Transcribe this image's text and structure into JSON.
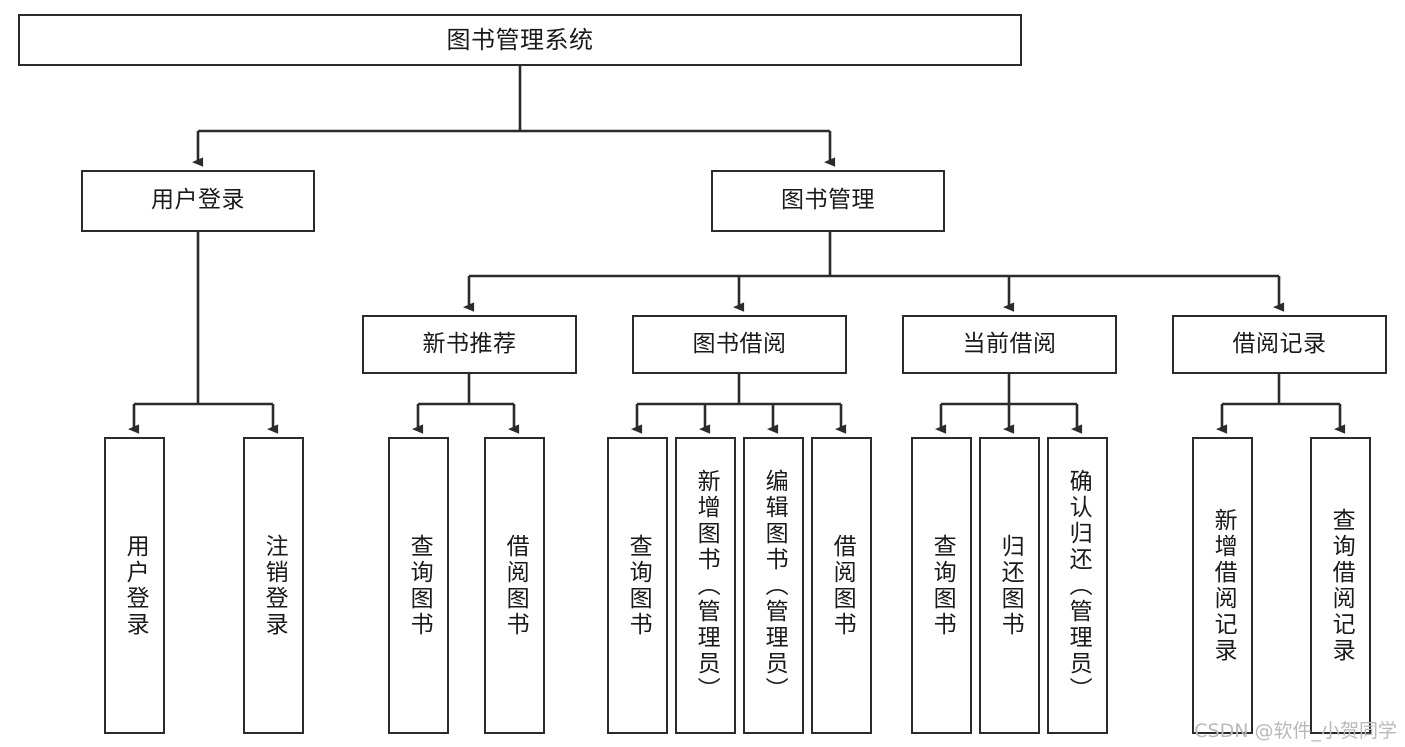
{
  "diagram": {
    "title": "图书管理系统",
    "type": "tree-hierarchy",
    "watermark": "CSDN @软件_小贺同学",
    "colors": {
      "box_border": "#2b2b2b",
      "box_fill": "#ffffff",
      "connector": "#2b2b2b",
      "text": "#1a1a1a",
      "watermark": "#b9b9b9"
    },
    "root": {
      "label": "图书管理系统"
    },
    "level2": [
      {
        "label": "用户登录"
      },
      {
        "label": "图书管理"
      }
    ],
    "level3": [
      {
        "label": "新书推荐"
      },
      {
        "label": "图书借阅"
      },
      {
        "label": "当前借阅"
      },
      {
        "label": "借阅记录"
      }
    ],
    "leaves": {
      "user_login": [
        {
          "label": "用户登录"
        },
        {
          "label": "注销登录"
        }
      ],
      "new_book_recommend": [
        {
          "label": "查询图书"
        },
        {
          "label": "借阅图书"
        }
      ],
      "book_borrow": [
        {
          "label": "查询图书"
        },
        {
          "label": "新增图书（管理员）"
        },
        {
          "label": "编辑图书（管理员）"
        },
        {
          "label": "借阅图书"
        }
      ],
      "current_borrow": [
        {
          "label": "查询图书"
        },
        {
          "label": "归还图书"
        },
        {
          "label": "确认归还（管理员）"
        }
      ],
      "borrow_record": [
        {
          "label": "新增借阅记录"
        },
        {
          "label": "查询借阅记录"
        }
      ]
    }
  }
}
